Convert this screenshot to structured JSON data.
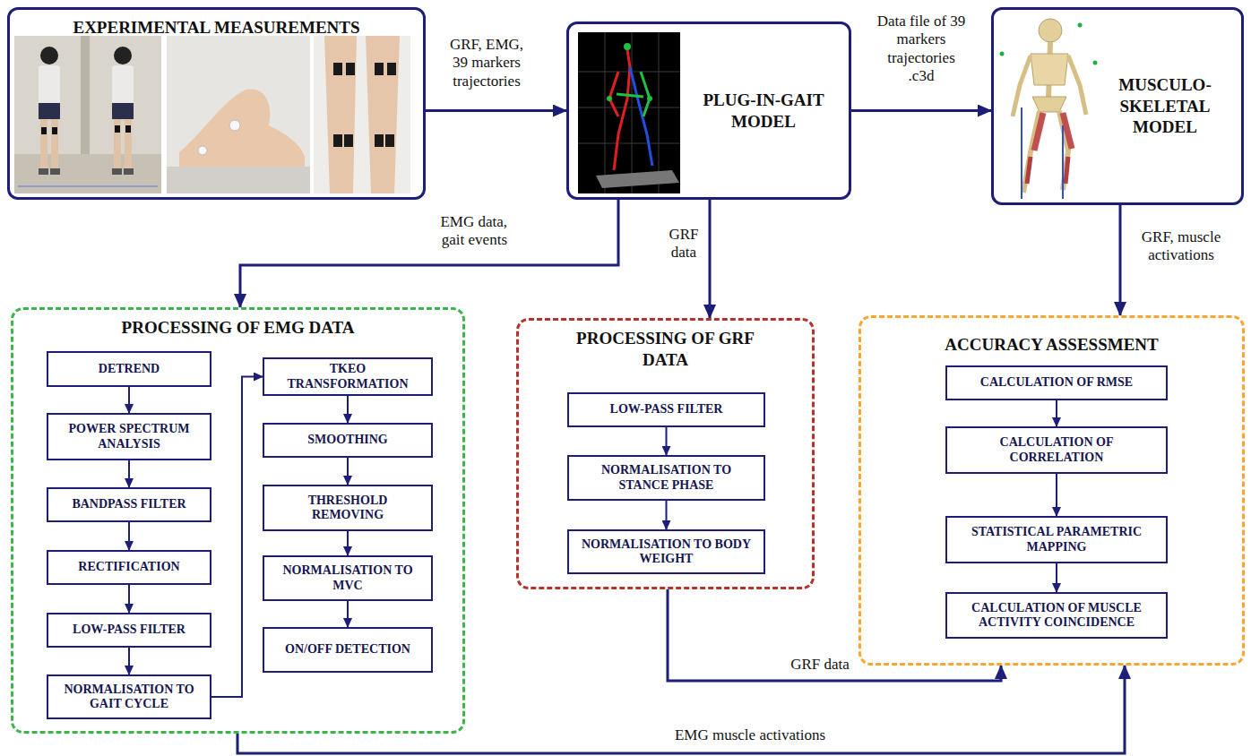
{
  "diagram": {
    "nodes": [
      {
        "text": [
          "EXPERIMENTAL MEASUREMENTS"
        ]
      },
      {
        "text": [
          "PLUG-IN-GAIT MODEL"
        ]
      },
      {
        "text": [
          "MUSCULO- SKELETAL MODEL"
        ]
      },
      {
        "text": [
          "PROCESSING OF EMG DATA"
        ]
      },
      {
        "text": [
          "DETREND"
        ],
        "in": 3
      },
      {
        "text": [
          "POWER SPECTRUM ANALYSIS"
        ],
        "in": 3
      },
      {
        "text": [
          "BANDPASS FILTER"
        ],
        "in": 3
      },
      {
        "text": [
          "RECTIFICATION"
        ],
        "in": 3
      },
      {
        "text": [
          "LOW-PASS FILTER"
        ],
        "in": 3
      },
      {
        "text": [
          "NORMALISATION TO GAIT CYCLE"
        ],
        "in": 3
      },
      {
        "text": [
          "TKEO TRANSFORMATION"
        ],
        "in": 3
      },
      {
        "text": [
          "SMOOTHING"
        ],
        "in": 3
      },
      {
        "text": [
          "THRESHOLD REMOVING"
        ],
        "in": 3
      },
      {
        "text": [
          "NORMALISATION TO MVC"
        ],
        "in": 3
      },
      {
        "text": [
          "ON/OFF DETECTION"
        ],
        "in": 3
      },
      {
        "text": [
          "PROCESSING OF GRF DATA"
        ]
      },
      {
        "text": [
          "LOW-PASS FILTER"
        ],
        "in": 15
      },
      {
        "text": [
          "NORMALISATION TO STANCE PHASE"
        ],
        "in": 15
      },
      {
        "text": [
          "NORMALISATION TO BODY WEIGHT"
        ],
        "in": 15
      },
      {
        "text": [
          "ACCURACY ASSESSMENT"
        ]
      },
      {
        "text": [
          "CALCULATION OF RMSE"
        ],
        "in": 19
      },
      {
        "text": [
          "CALCULATION OF CORRELATION"
        ],
        "in": 19
      },
      {
        "text": [
          "STATISTICAL PARAMETRIC MAPPING"
        ],
        "in": 19
      },
      {
        "text": [
          "CALCULATION OF MUSCLE ACTIVITY COINCIDENCE"
        ],
        "in": 19
      }
    ],
    "edges": [
      {
        "from": 0,
        "to": 1,
        "label": "GRF, EMG, 39 markers trajectories",
        "arrow": "to"
      },
      {
        "from": 1,
        "to": 2,
        "label": "Data file of 39 markers trajectories .c3d",
        "arrow": "to"
      },
      {
        "from": 1,
        "to": 3,
        "label": "EMG data, gait events",
        "arrow": "to"
      },
      {
        "from": 1,
        "to": 15,
        "label": "GRF data",
        "arrow": "to"
      },
      {
        "from": 2,
        "to": 19,
        "label": "GRF, muscle activations",
        "arrow": "to"
      },
      {
        "from": 4,
        "to": 5,
        "arrow": "to"
      },
      {
        "from": 5,
        "to": 6,
        "arrow": "to"
      },
      {
        "from": 6,
        "to": 7,
        "arrow": "to"
      },
      {
        "from": 7,
        "to": 8,
        "arrow": "to"
      },
      {
        "from": 8,
        "to": 9,
        "arrow": "to"
      },
      {
        "from": 9,
        "to": 10,
        "arrow": "to"
      },
      {
        "from": 10,
        "to": 11,
        "arrow": "to"
      },
      {
        "from": 11,
        "to": 12,
        "arrow": "to"
      },
      {
        "from": 12,
        "to": 13,
        "arrow": "to"
      },
      {
        "from": 13,
        "to": 14,
        "arrow": "to"
      },
      {
        "from": 16,
        "to": 17,
        "arrow": "to"
      },
      {
        "from": 17,
        "to": 18,
        "arrow": "to"
      },
      {
        "from": 20,
        "to": 21,
        "arrow": "to"
      },
      {
        "from": 21,
        "to": 22,
        "arrow": "to"
      },
      {
        "from": 22,
        "to": 23,
        "arrow": "to"
      },
      {
        "from": 15,
        "to": 19,
        "label": "GRF data",
        "arrow": "to"
      },
      {
        "from": 3,
        "to": 19,
        "label": "EMG muscle activations",
        "arrow": "to"
      }
    ]
  }
}
